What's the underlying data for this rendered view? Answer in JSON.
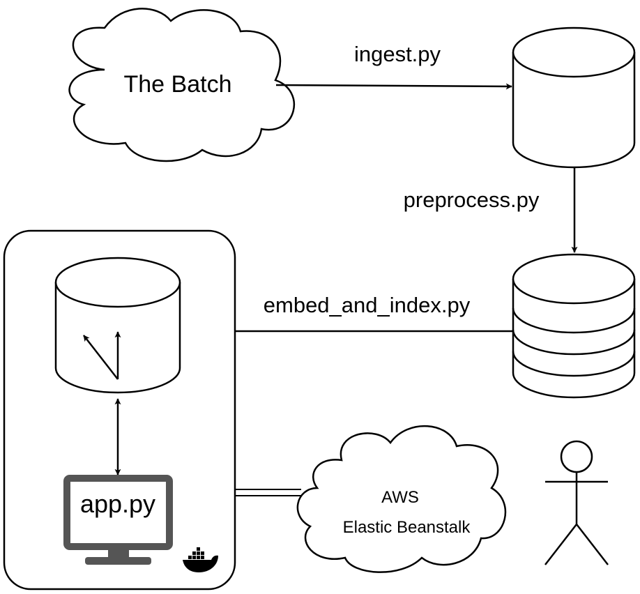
{
  "nodes": {
    "source_cloud": {
      "label": "The Batch"
    },
    "aws_cloud": {
      "label_line1": "AWS",
      "label_line2": "Elastic Beanstalk"
    },
    "app_monitor": {
      "label": "app.py"
    },
    "raw_store": {},
    "processed_store": {},
    "vector_index": {},
    "user": {}
  },
  "edges": {
    "ingest": {
      "label": "ingest.py"
    },
    "preprocess": {
      "label": "preprocess.py"
    },
    "embed": {
      "label": "embed_and_index.py"
    }
  },
  "icons": {
    "monitor": "desktop-monitor-icon",
    "docker": "docker-whale-icon",
    "user": "stick-figure-user-icon",
    "vectors": "vector-arrows-icon"
  },
  "colors": {
    "stroke": "#000000",
    "monitor": "#555555",
    "background": "#ffffff"
  }
}
